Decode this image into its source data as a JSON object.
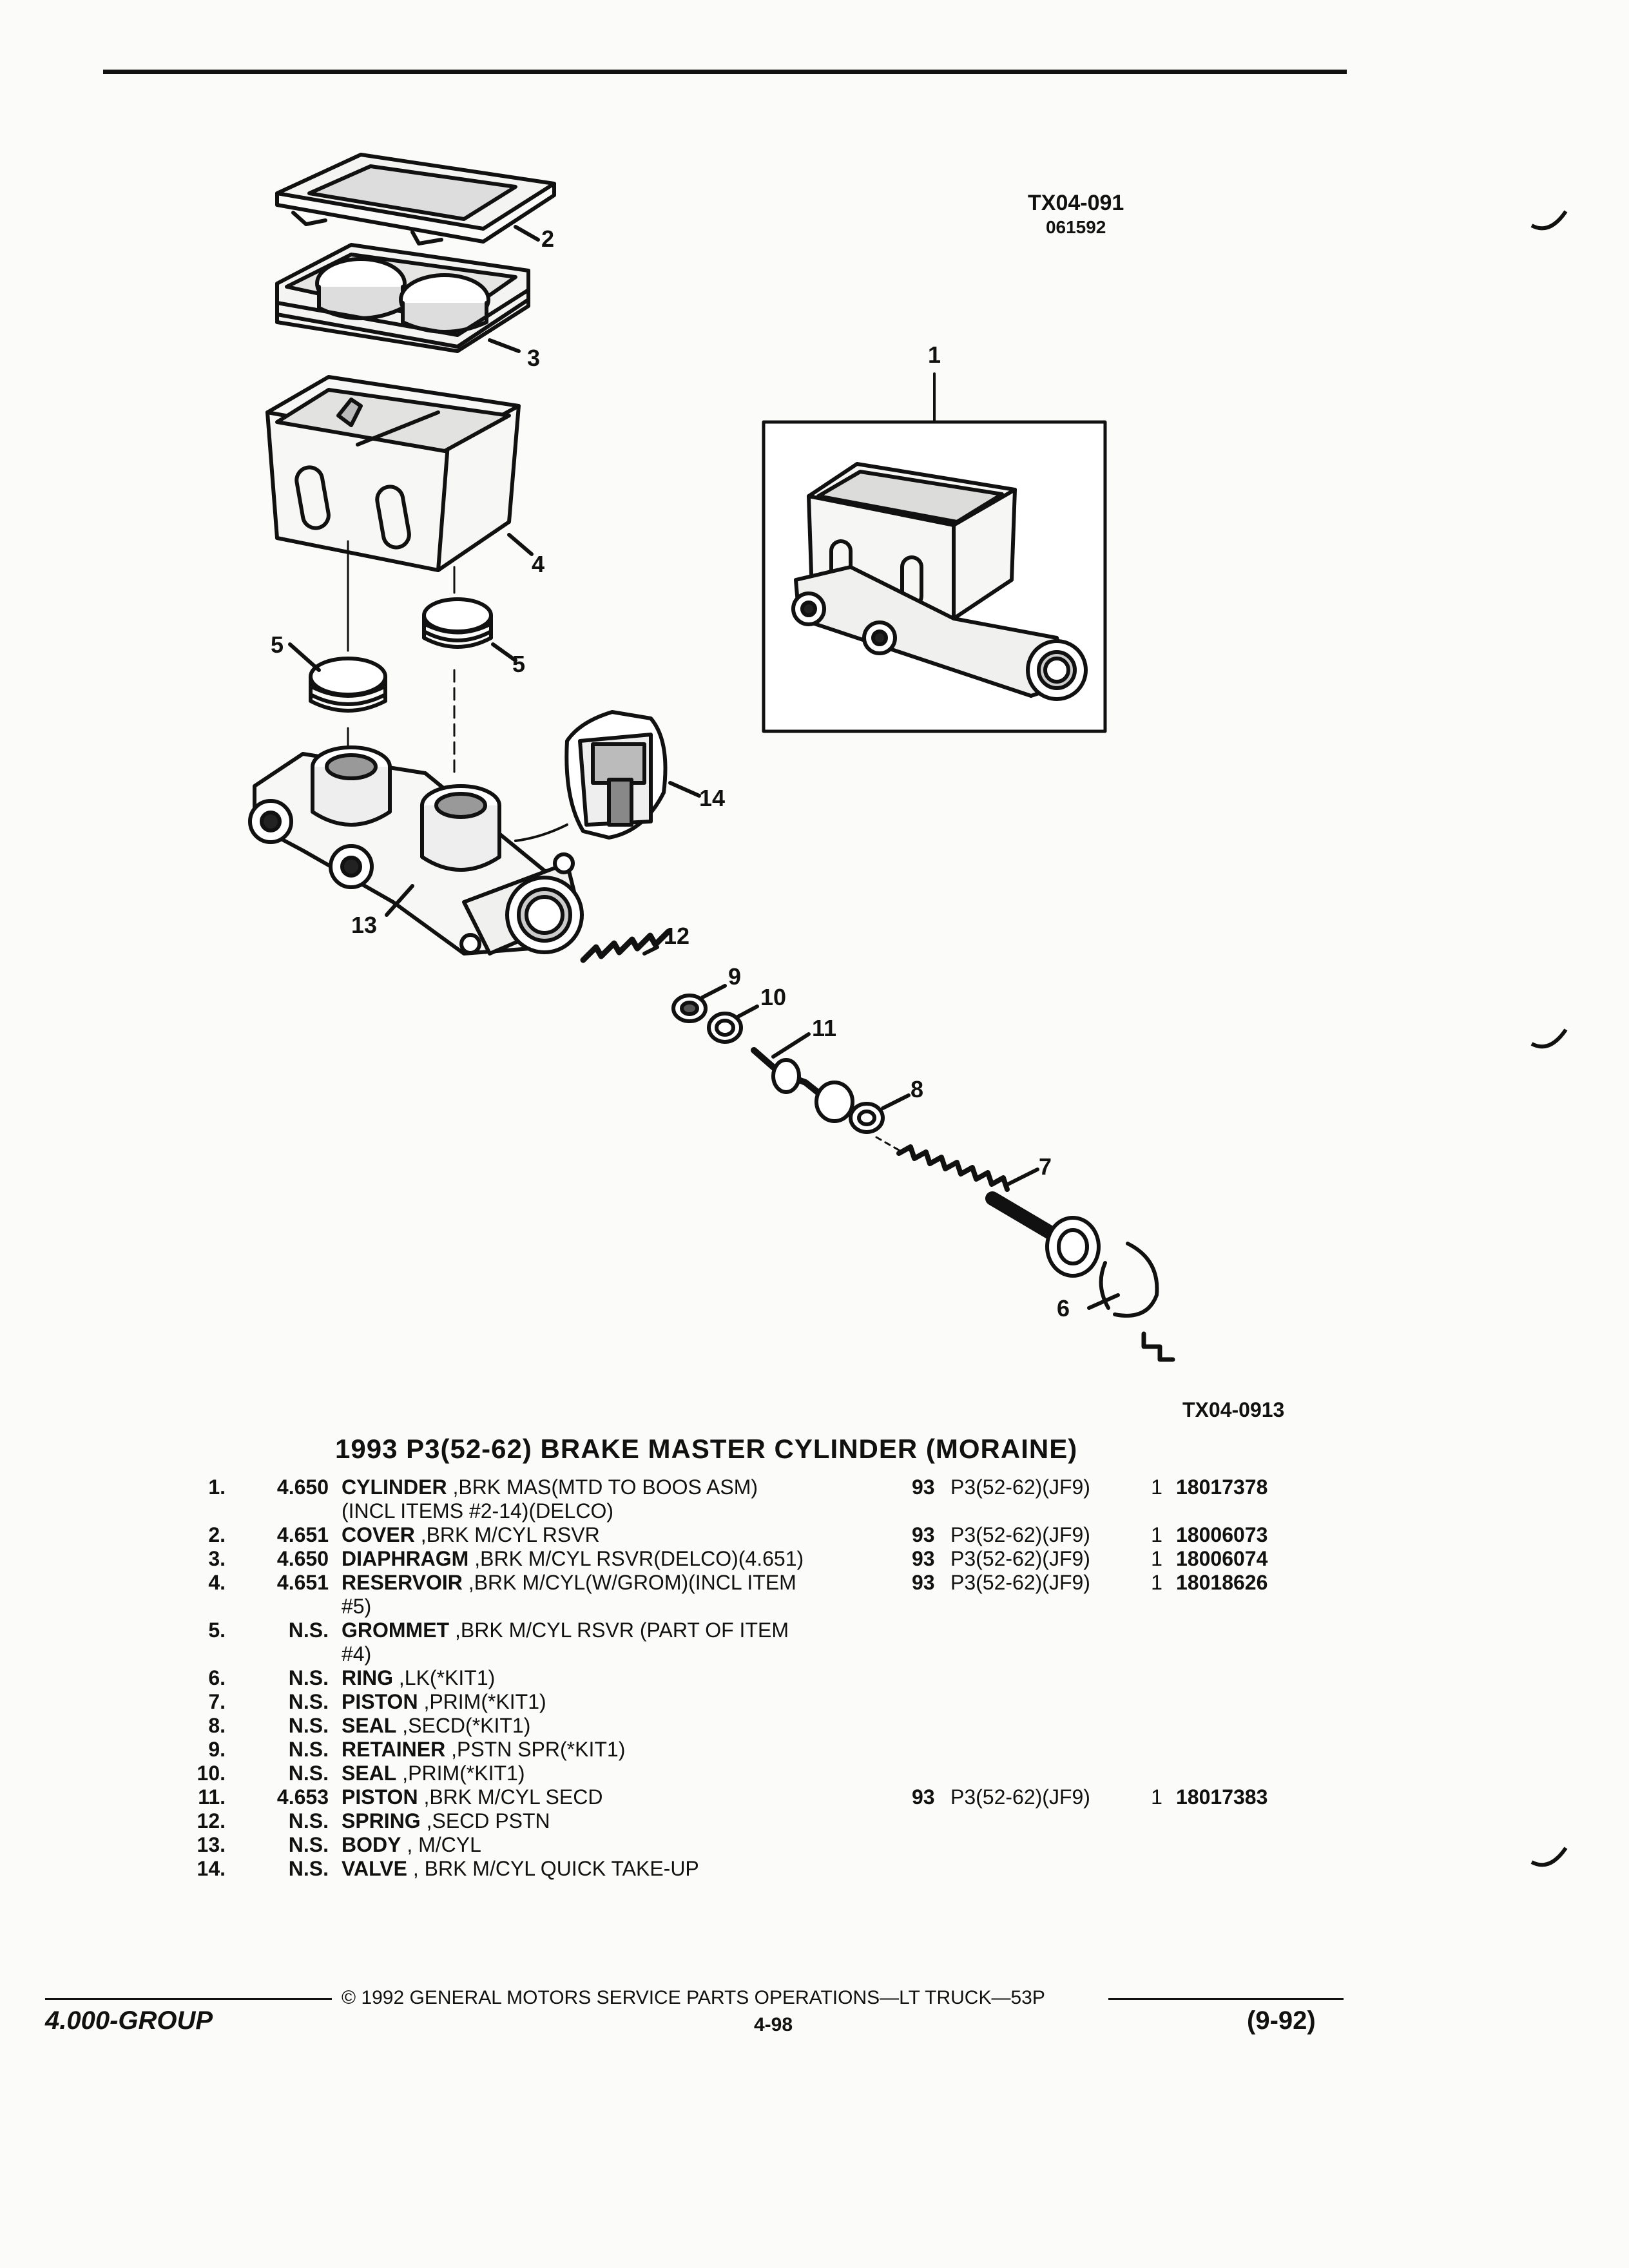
{
  "diagram": {
    "code_top": "TX04-091",
    "code_top_sub": "061592",
    "code_bottom": "TX04-0913",
    "callouts": [
      "1",
      "2",
      "3",
      "4",
      "5",
      "5",
      "6",
      "7",
      "8",
      "9",
      "10",
      "11",
      "12",
      "13",
      "14"
    ]
  },
  "title": "1993 P3(52-62) BRAKE MASTER CYLINDER (MORAINE)",
  "rows": [
    {
      "num": "1.",
      "grp": "4.650",
      "name": "CYLINDER",
      "desc": ",BRK MAS(MTD TO BOOS ASM)",
      "yr": "93",
      "veh": "P3(52-62)(JF9)",
      "qty": "1",
      "pn": "18017378"
    },
    {
      "num": "",
      "grp": "",
      "name": "",
      "desc": "(INCL ITEMS #2-14)(DELCO)",
      "yr": "",
      "veh": "",
      "qty": "",
      "pn": ""
    },
    {
      "num": "2.",
      "grp": "4.651",
      "name": "COVER",
      "desc": ",BRK M/CYL RSVR",
      "yr": "93",
      "veh": "P3(52-62)(JF9)",
      "qty": "1",
      "pn": "18006073"
    },
    {
      "num": "3.",
      "grp": "4.650",
      "name": "DIAPHRAGM",
      "desc": ",BRK M/CYL RSVR(DELCO)(4.651)",
      "yr": "93",
      "veh": "P3(52-62)(JF9)",
      "qty": "1",
      "pn": "18006074"
    },
    {
      "num": "4.",
      "grp": "4.651",
      "name": "RESERVOIR",
      "desc": ",BRK M/CYL(W/GROM)(INCL ITEM",
      "yr": "93",
      "veh": "P3(52-62)(JF9)",
      "qty": "1",
      "pn": "18018626"
    },
    {
      "num": "",
      "grp": "",
      "name": "",
      "desc": "#5)",
      "yr": "",
      "veh": "",
      "qty": "",
      "pn": ""
    },
    {
      "num": "5.",
      "grp": "N.S.",
      "name": "GROMMET",
      "desc": ",BRK M/CYL RSVR (PART OF ITEM",
      "yr": "",
      "veh": "",
      "qty": "",
      "pn": ""
    },
    {
      "num": "",
      "grp": "",
      "name": "",
      "desc": "#4)",
      "yr": "",
      "veh": "",
      "qty": "",
      "pn": ""
    },
    {
      "num": "6.",
      "grp": "N.S.",
      "name": "RING",
      "desc": ",LK(*KIT1)",
      "yr": "",
      "veh": "",
      "qty": "",
      "pn": ""
    },
    {
      "num": "7.",
      "grp": "N.S.",
      "name": "PISTON",
      "desc": ",PRIM(*KIT1)",
      "yr": "",
      "veh": "",
      "qty": "",
      "pn": ""
    },
    {
      "num": "8.",
      "grp": "N.S.",
      "name": "SEAL",
      "desc": ",SECD(*KIT1)",
      "yr": "",
      "veh": "",
      "qty": "",
      "pn": ""
    },
    {
      "num": "9.",
      "grp": "N.S.",
      "name": "RETAINER",
      "desc": ",PSTN SPR(*KIT1)",
      "yr": "",
      "veh": "",
      "qty": "",
      "pn": ""
    },
    {
      "num": "10.",
      "grp": "N.S.",
      "name": "SEAL",
      "desc": ",PRIM(*KIT1)",
      "yr": "",
      "veh": "",
      "qty": "",
      "pn": ""
    },
    {
      "num": "11.",
      "grp": "4.653",
      "name": "PISTON",
      "desc": ",BRK M/CYL SECD",
      "yr": "93",
      "veh": "P3(52-62)(JF9)",
      "qty": "1",
      "pn": "18017383"
    },
    {
      "num": "12.",
      "grp": "N.S.",
      "name": "SPRING",
      "desc": ",SECD PSTN",
      "yr": "",
      "veh": "",
      "qty": "",
      "pn": ""
    },
    {
      "num": "13.",
      "grp": "N.S.",
      "name": "BODY",
      "desc": ", M/CYL",
      "yr": "",
      "veh": "",
      "qty": "",
      "pn": ""
    },
    {
      "num": "14.",
      "grp": "N.S.",
      "name": "VALVE",
      "desc": ", BRK M/CYL QUICK TAKE-UP",
      "yr": "",
      "veh": "",
      "qty": "",
      "pn": ""
    }
  ],
  "footer": {
    "copyright": "© 1992 GENERAL MOTORS SERVICE PARTS OPERATIONS—LT TRUCK—53P",
    "group": "4.000-GROUP",
    "page": "4-98",
    "date": "(9-92)"
  }
}
